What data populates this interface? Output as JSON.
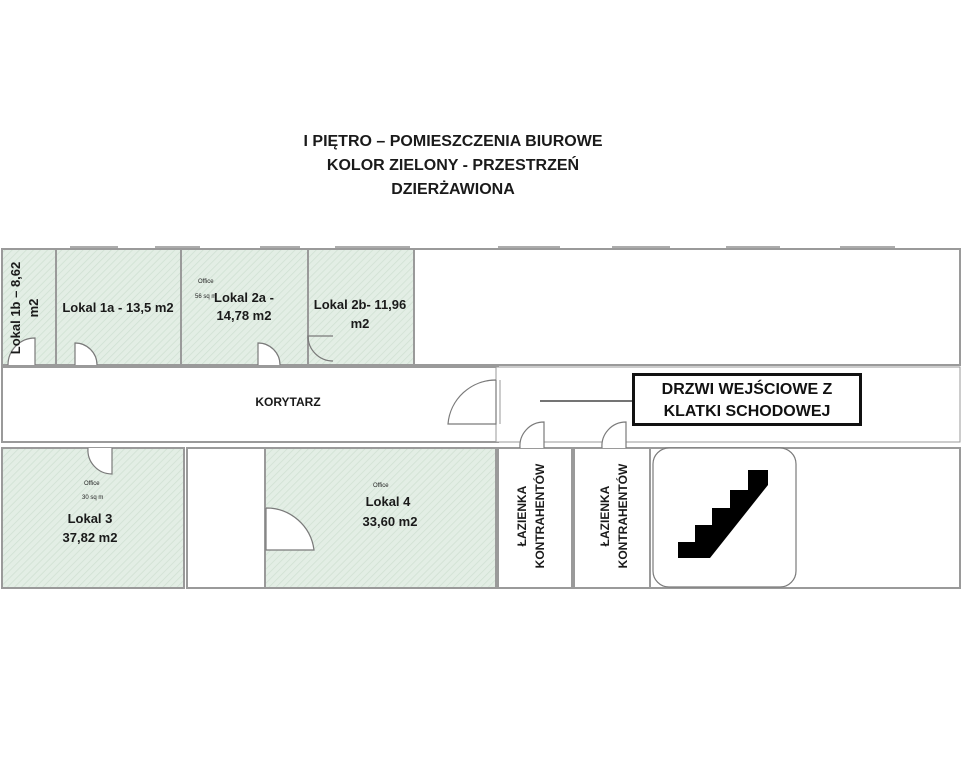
{
  "title": {
    "line1": "I PIĘTRO  – POMIESZCZENIA BIUROWE",
    "line2": "KOLOR ZIELONY - PRZESTRZEŃ",
    "line3": "DZIERŻAWIONA"
  },
  "rooms": {
    "lokal_1b": {
      "line1": "Lokal 1b – 8,62",
      "line2": "m2"
    },
    "lokal_1a": {
      "label": "Lokal 1a - 13,5 m2"
    },
    "lokal_2a": {
      "line1": "Lokal 2a -",
      "line2": "14,78 m2",
      "note1": "Office",
      "note2": "56 sq m"
    },
    "lokal_2b": {
      "line1": "Lokal 2b- 11,96",
      "line2": "m2"
    },
    "lokal_3": {
      "line1": "Lokal 3",
      "line2": "37,82 m2",
      "note1": "Office",
      "note2": "30 sq m"
    },
    "lokal_4": {
      "line1": "Lokal 4",
      "line2": "33,60 m2",
      "note1": "Office"
    },
    "corridor": {
      "label": "KORYTARZ"
    },
    "bathroom_1": {
      "line1": "ŁAZIENKA",
      "line2": "KONTRAHENTÓW"
    },
    "bathroom_2": {
      "line1": "ŁAZIENKA",
      "line2": "KONTRAHENTÓW"
    }
  },
  "callout": {
    "line1": "DRZWI WEJŚCIOWE Z",
    "line2": "KLATKI SCHODOWEJ"
  },
  "colors": {
    "leased_fill": "#e3eee5",
    "hatch": "#c9dccd",
    "wall": "#9a9a9a",
    "text": "#1a1a1a"
  }
}
